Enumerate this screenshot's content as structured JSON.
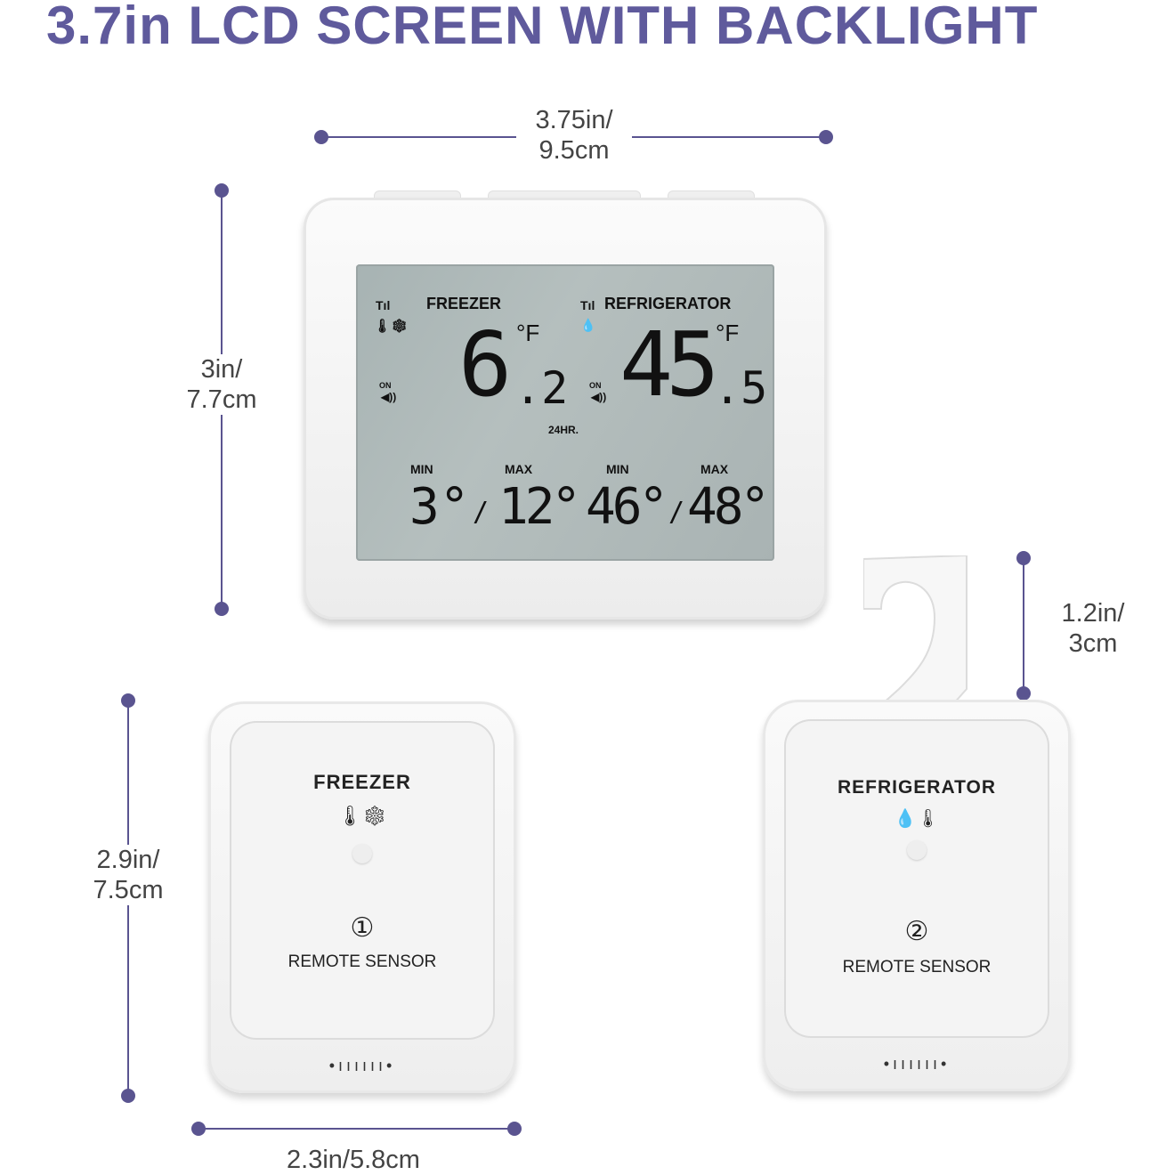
{
  "title": "3.7in LCD SCREEN WITH BACKLIGHT",
  "dimensions": {
    "display_width": "3.75in/\n9.5cm",
    "display_height": "3in/\n7.7cm",
    "hook_height": "1.2in/\n3cm",
    "sensor_height": "2.9in/\n7.5cm",
    "sensor_width": "2.3in/5.8cm"
  },
  "display": {
    "freezer_label": "FREEZER",
    "fridge_label": "REFRIGERATOR",
    "freezer_temp": "6",
    "freezer_decimal": ".2",
    "fridge_temp": "45",
    "fridge_decimal": ".5",
    "unit": "°F",
    "alarm_on": "ON",
    "period": "24HR.",
    "min_label": "MIN",
    "max_label": "MAX",
    "freezer_min": "3°",
    "freezer_max": "12°",
    "fridge_min": "46°",
    "fridge_max": "48°",
    "separator": "/"
  },
  "sensors": [
    {
      "label": "FREEZER",
      "number": "①",
      "caption": "REMOTE SENSOR"
    },
    {
      "label": "REFRIGERATOR",
      "number": "②",
      "caption": "REMOTE SENSOR"
    }
  ],
  "colors": {
    "accent": "#5f5a9c",
    "lcd": "#b0bbbb"
  }
}
